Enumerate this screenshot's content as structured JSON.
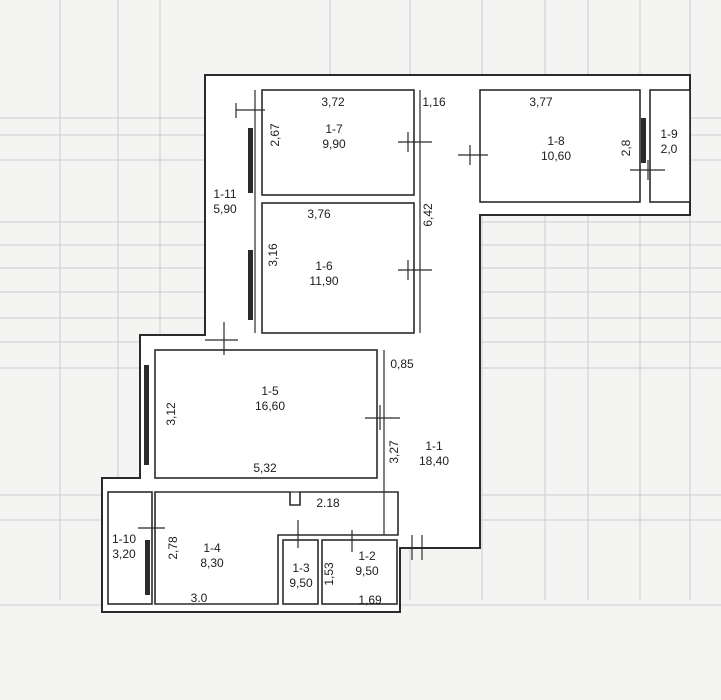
{
  "rooms": [
    {
      "id": "1-1",
      "area": "18,40"
    },
    {
      "id": "1-2",
      "area": "9,50"
    },
    {
      "id": "1-3",
      "area": "9,50"
    },
    {
      "id": "1-4",
      "area": "8,30"
    },
    {
      "id": "1-5",
      "area": "16,60"
    },
    {
      "id": "1-6",
      "area": "11,90"
    },
    {
      "id": "1-7",
      "area": "9,90"
    },
    {
      "id": "1-8",
      "area": "10,60"
    },
    {
      "id": "1-9",
      "area": "2,0"
    },
    {
      "id": "1-10",
      "area": "3,20"
    },
    {
      "id": "1-11",
      "area": "5,90"
    }
  ],
  "dimensions": [
    "3,72",
    "1,16",
    "3,77",
    "2,67",
    "2,8",
    "3,76",
    "6,42",
    "3,16",
    "0,85",
    "3,12",
    "3,27",
    "5,32",
    "2.18",
    "2,78",
    "1,53",
    "1,69",
    "3.0"
  ]
}
